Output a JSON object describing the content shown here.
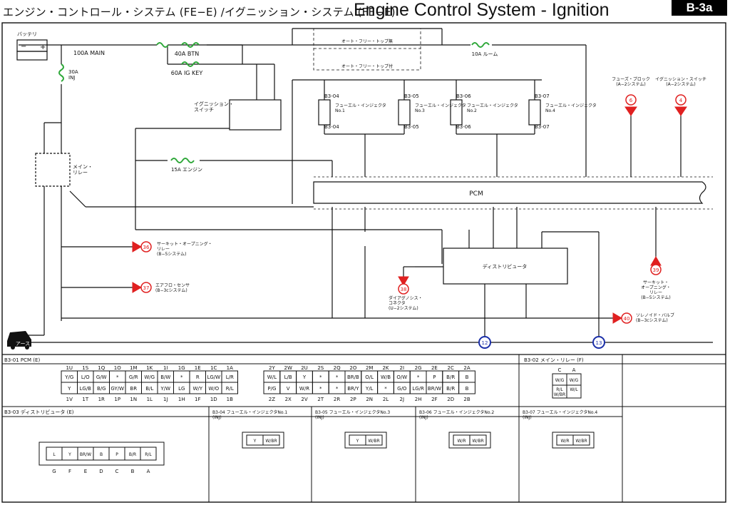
{
  "header": {
    "title_jp": "エンジン・コントロール・システム (FE−E) /イグニッション・システム (FE−E)",
    "title_en": "Engine Control System - Ignition",
    "code": "B-3a"
  },
  "colors": {
    "fuse": "#2fa83a",
    "ref_arrow": "#e02020",
    "ground_ref": "#1b2fa8",
    "line": "#111111"
  },
  "diagram": {
    "battery": "バッテリ",
    "main_fuse": "100A MAIN",
    "btn_fuse": "40A BTN",
    "ig_key_fuse": "60A IG KEY",
    "inj_fuse": "30A\nINJ",
    "room_fuse": "10A ルーム",
    "engine_fuse": "15A エンジン",
    "ign_switch": "イグニッション・\nスイッチ",
    "main_relay": "メイン・\nリレー",
    "pcm": "PCM",
    "distributor": "ディストリビュータ",
    "auto_free_1": "オート・フリー・トップ無",
    "auto_free_2": "オート・フリー・トップ付",
    "injectors": [
      "フューエル・インジェクタ No.1",
      "フューエル・インジェクタ No.3",
      "フューエル・インジェクタ No.2",
      "フューエル・インジェクタ No.4"
    ],
    "inj_codes": [
      "B3-04",
      "B3-05",
      "B3-06",
      "B3-07"
    ],
    "fuse_block": "フューズ・ブロック\n(A−2システム)",
    "ign_switch_ref": "イグニッション・スイッチ\n(A−2システム)",
    "circuit_relay": "サーキット・オープニング・\nリレー\n(B−5システム)",
    "airflow": "エアフロ・センサ\n(B−3cシステム)",
    "diag_conn": "ダイアグノシス・\nコネクタ\n(U−2システム)",
    "solenoid": "ソレノイド・バルブ\n(B−3cシステム)",
    "circuit_relay2": "サーキット・\nオープニング・\nリレー\n(B−5システム)",
    "ground": "アース",
    "refs": [
      "6",
      "4",
      "36",
      "37",
      "38",
      "40",
      "39",
      "12",
      "13"
    ]
  },
  "connectors": {
    "b3_01": {
      "title": "B3-01 PCM (E)",
      "left_top_pins": [
        "1U",
        "1S",
        "1Q",
        "1O",
        "1M",
        "1K",
        "1I",
        "1G",
        "1E",
        "1C",
        "1A"
      ],
      "left_top": [
        "Y/G",
        "L/O",
        "G/W",
        "*",
        "G/R",
        "W/G",
        "B/W",
        "*",
        "R",
        "LG/W",
        "L/R"
      ],
      "left_bot": [
        "Y",
        "LG/B",
        "B/G",
        "GY/W",
        "BR",
        "B/L",
        "Y/W",
        "LG",
        "W/Y",
        "W/O",
        "R/L"
      ],
      "left_bot_pins": [
        "1V",
        "1T",
        "1R",
        "1P",
        "1N",
        "1L",
        "1J",
        "1H",
        "1F",
        "1D",
        "1B"
      ],
      "right_top_pins": [
        "2Y",
        "2W",
        "2U",
        "2S",
        "2Q",
        "2O",
        "2M",
        "2K",
        "2I",
        "2G",
        "2E",
        "2C",
        "2A"
      ],
      "right_top": [
        "W/L",
        "L/B",
        "Y",
        "*",
        "*",
        "BR/B",
        "O/L",
        "W/B",
        "O/W",
        "*",
        "P",
        "B/R",
        "B"
      ],
      "right_bot": [
        "P/G",
        "V",
        "W/R",
        "*",
        "*",
        "BR/Y",
        "Y/L",
        "*",
        "G/O",
        "LG/R",
        "BR/W",
        "B/R",
        "B"
      ],
      "right_bot_pins": [
        "2Z",
        "2X",
        "2V",
        "2T",
        "2R",
        "2P",
        "2N",
        "2L",
        "2J",
        "2H",
        "2F",
        "2D",
        "2B"
      ]
    },
    "b3_02": {
      "title": "B3-02 メイン・リレー (F)",
      "pins": [
        "C",
        "A"
      ],
      "top": [
        "W/G",
        "W/G"
      ],
      "bot": [
        "R/L\nW/BR",
        "W/L"
      ]
    },
    "b3_03": {
      "title": "B3-03 ディストリビュータ (E)",
      "cells": [
        "L",
        "Y",
        "BR/W",
        "B",
        "P",
        "B/R",
        "R/L"
      ],
      "pins": [
        "G",
        "F",
        "E",
        "D",
        "C",
        "B",
        "A"
      ]
    },
    "b3_04": {
      "title": "B3-04 フューエル・インジェクタNo.1\n(INJ)",
      "cells": [
        "Y",
        "W/BR"
      ]
    },
    "b3_05": {
      "title": "B3-05 フューエル・インジェクタNo.3\n(INJ)",
      "cells": [
        "Y",
        "W/BR"
      ]
    },
    "b3_06": {
      "title": "B3-06 フューエル・インジェクタNo.2\n(INJ)",
      "cells": [
        "W/R",
        "W/BR"
      ]
    },
    "b3_07": {
      "title": "B3-07 フューエル・インジェクタNo.4\n(INJ)",
      "cells": [
        "W/R",
        "W/BR"
      ]
    }
  }
}
